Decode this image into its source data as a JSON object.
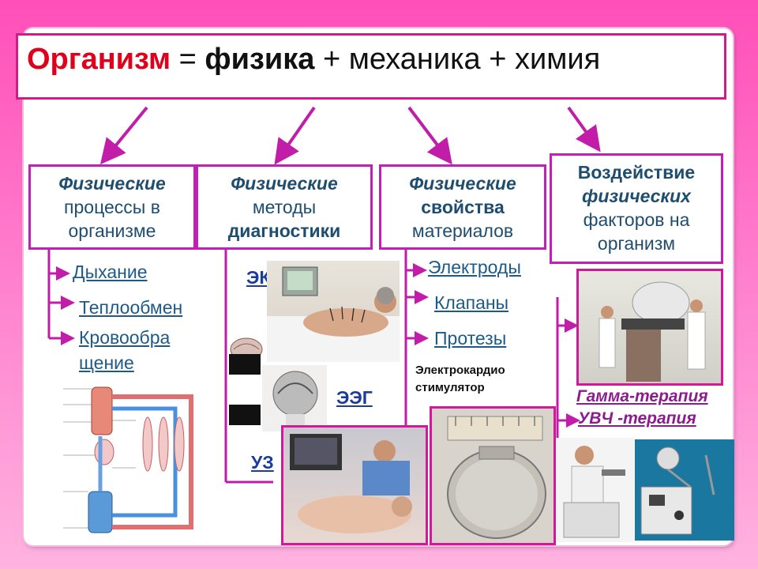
{
  "title": {
    "organism": "Организм",
    "eq": " = ",
    "physics": "физика",
    "rest": " + механика + химия"
  },
  "categories": {
    "processes": {
      "l1": "Физические",
      "l2": "процессы в",
      "l3": "организме"
    },
    "methods": {
      "l1": "Физические",
      "l2": "методы",
      "l3": "диагностики"
    },
    "materials": {
      "l1": "Физические",
      "l2": "свойства",
      "l3": "материалов"
    },
    "impact": {
      "l1": "Воздействие",
      "l2": "физических",
      "l3": "факторов на",
      "l4": "организм"
    }
  },
  "processes_items": [
    "Дыхание",
    "Теплообмен",
    "Кровообра",
    "щение"
  ],
  "diagnostics_items": [
    "ЭКГ",
    "ЭЭГ",
    "УЗ"
  ],
  "materials_items": [
    "Электроды",
    "Клапаны",
    "Протезы"
  ],
  "pacemaker_note": {
    "l1": "Электрокардио",
    "l2": "стимулятор"
  },
  "therapy_items": [
    "Гамма-терапия",
    "УВЧ  -терапия"
  ],
  "colors": {
    "accent": "#d01c8b",
    "title_red": "#e0001b",
    "link": "#1e5a88"
  }
}
